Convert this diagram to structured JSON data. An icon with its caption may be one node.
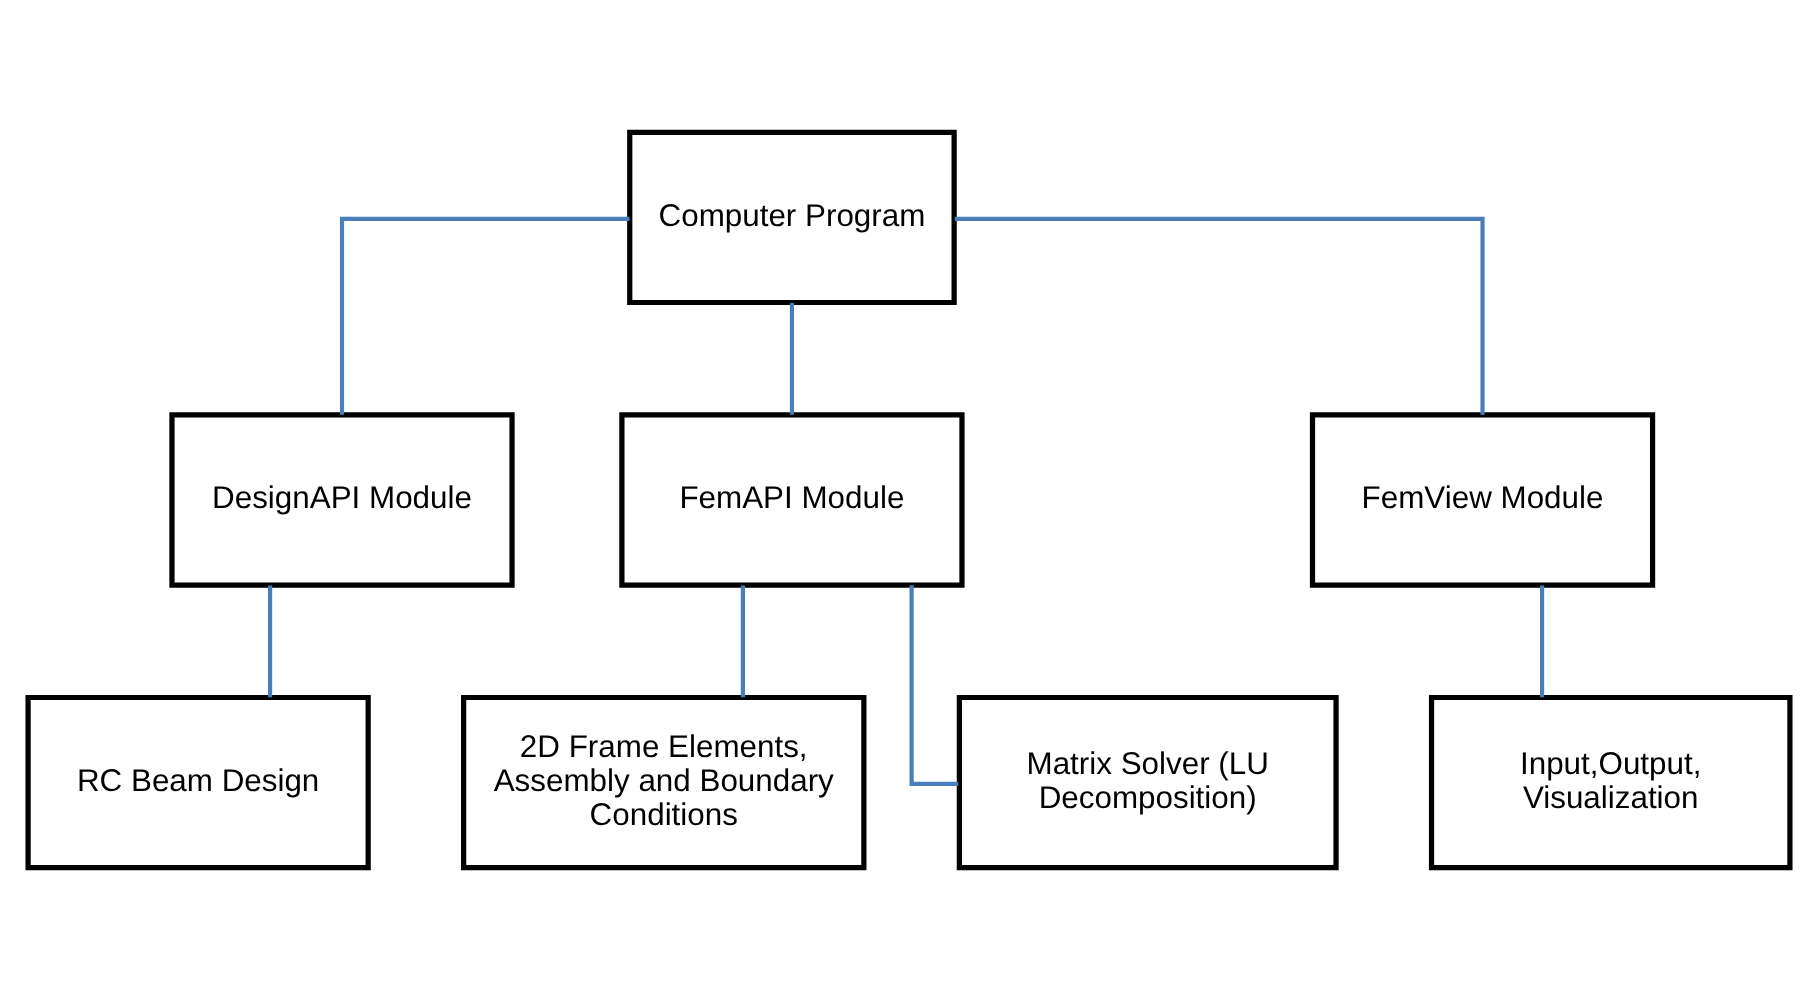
{
  "diagram": {
    "nodes": [
      {
        "text": [
          "Computer Program"
        ]
      },
      {
        "text": [
          "DesignAPI Module"
        ]
      },
      {
        "text": [
          "FemAPI Module"
        ]
      },
      {
        "text": [
          "FemView Module"
        ]
      },
      {
        "text": [
          "RC Beam Design"
        ]
      },
      {
        "text": [
          "2D Frame Elements, Assembly and Boundary Conditions"
        ]
      },
      {
        "text": [
          "Matrix Solver (LU Decomposition)"
        ]
      },
      {
        "text": [
          "Input,Output, Visualization"
        ]
      }
    ],
    "edges": [
      {
        "from": 0,
        "to": 1,
        "arrow": "none"
      },
      {
        "from": 0,
        "to": 2,
        "arrow": "none"
      },
      {
        "from": 0,
        "to": 3,
        "arrow": "none"
      },
      {
        "from": 1,
        "to": 4,
        "arrow": "none"
      },
      {
        "from": 2,
        "to": 5,
        "arrow": "none"
      },
      {
        "from": 2,
        "to": 6,
        "arrow": "none"
      },
      {
        "from": 3,
        "to": 7,
        "arrow": "none"
      }
    ]
  }
}
